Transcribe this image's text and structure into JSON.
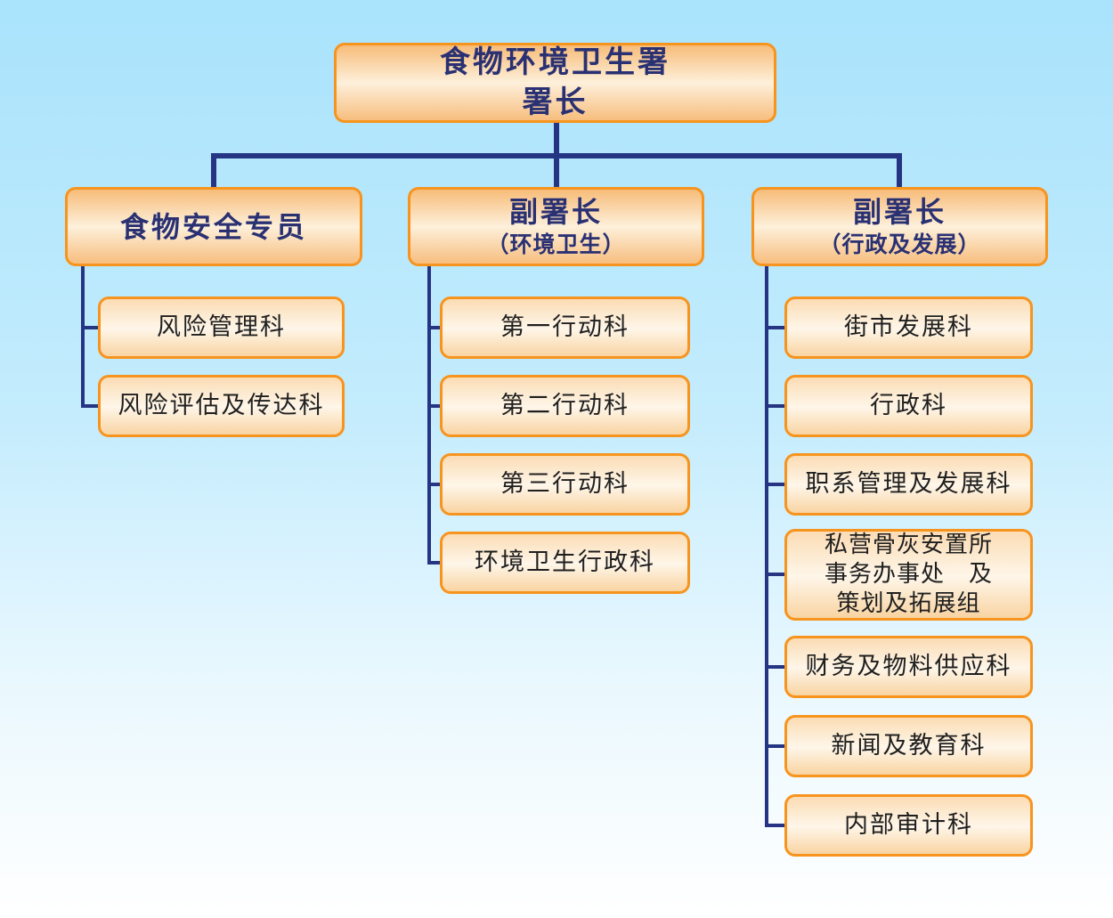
{
  "org": {
    "root": {
      "lines": [
        "食物环境卫生署",
        "署长"
      ]
    },
    "branches": [
      {
        "title": "食物安全专员",
        "children": [
          {
            "lines": [
              "风险管理科"
            ]
          },
          {
            "lines": [
              "风险评估及传达科"
            ]
          }
        ]
      },
      {
        "title": "副署长",
        "subtitle": "（环境卫生）",
        "children": [
          {
            "lines": [
              "第一行动科"
            ]
          },
          {
            "lines": [
              "第二行动科"
            ]
          },
          {
            "lines": [
              "第三行动科"
            ]
          },
          {
            "lines": [
              "环境卫生行政科"
            ]
          }
        ]
      },
      {
        "title": "副署长",
        "subtitle": "（行政及发展）",
        "children": [
          {
            "lines": [
              "街市发展科"
            ]
          },
          {
            "lines": [
              "行政科"
            ]
          },
          {
            "lines": [
              "职系管理及发展科"
            ]
          },
          {
            "lines": [
              "私营骨灰安置所",
              "事务办事处　及",
              "策划及拓展组"
            ]
          },
          {
            "lines": [
              "财务及物料供应科"
            ]
          },
          {
            "lines": [
              "新闻及教育科"
            ]
          },
          {
            "lines": [
              "内部审计科"
            ]
          }
        ]
      }
    ],
    "colors": {
      "box_border": "#F7941E",
      "connector_line": "#253583",
      "title_text": "#2A3173",
      "body_text": "#1F1F1F",
      "box_fill_light": "#FEF6E9",
      "box_fill_peach": "#F7BC79",
      "background_top": "#A9E3FC",
      "background_bottom": "#FFFFFF"
    }
  }
}
